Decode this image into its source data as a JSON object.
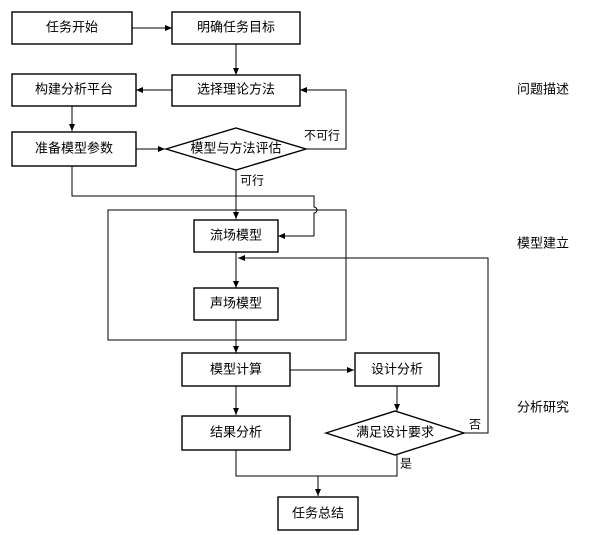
{
  "nodes": {
    "task_start": "任务开始",
    "define_goal": "明确任务目标",
    "build_platform": "构建分析平台",
    "select_method": "选择理论方法",
    "prepare_params": "准备模型参数",
    "evaluate": "模型与方法评估",
    "flow_model": "流场模型",
    "acoustic_model": "声场模型",
    "model_calc": "模型计算",
    "design_analysis": "设计分析",
    "result_analysis": "结果分析",
    "meet_requirement": "满足设计要求",
    "task_summary": "任务总结"
  },
  "edge_labels": {
    "not_feasible": "不可行",
    "feasible": "可行",
    "no": "否",
    "yes": "是"
  },
  "stages": {
    "problem_description": "问题描述",
    "model_building": "模型建立",
    "analysis_research": "分析研究"
  }
}
